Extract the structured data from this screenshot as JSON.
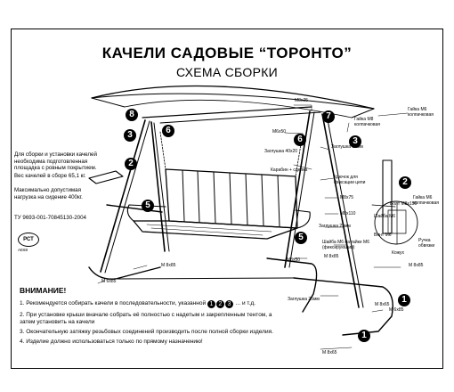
{
  "title": "КАЧЕЛИ САДОВЫЕ “ТОРОНТО”",
  "subtitle": "СХЕМА СБОРКИ",
  "intro": {
    "setup": "Для сборки и установки качелей необходима подготовленная площадка с ровным покрытием.",
    "weight": "Вес качелей в сборе 65,1 кг.",
    "load": "Максимально допустимая нагрузка на сидение 400кг.",
    "spec": "ТУ 9693-001-70845130-2004"
  },
  "logo": {
    "mark": "РСТ",
    "caption": "АЕ68"
  },
  "warning": {
    "heading": "ВНИМАНИЕ!",
    "items": [
      "1. Рекомендуется собирать качели в последовательности, указанной",
      "... и т.д.",
      "2. При установке крыши вначале собрать её полностью с надетым и закрепленным тентом, а затем установить на качели",
      "3. Окончательную затяжку резьбовых соединений производить после полной сборки изделия.",
      "4. Изделие должно использоваться только по прямому назначению!"
    ],
    "sequence": [
      "1",
      "2",
      "3"
    ]
  },
  "steps": [
    "8",
    "3",
    "6",
    "2",
    "5",
    "7",
    "6",
    "3",
    "2",
    "5",
    "1",
    "1"
  ],
  "callouts": {
    "m8x25": "М8х25",
    "nut_m8": "Гайка М8 колпачковая",
    "nut_m6": "Гайка М6 колпачковая",
    "m6x50": "М6х50",
    "bracket": "Заглушка 40х20",
    "cap_61": "Заглушка 61мм",
    "carabiner": "Карабин + сцепка",
    "hook": "Крючок для фиксации цепи",
    "m8x75": "М8х75",
    "m8x110": "М8х110",
    "plug_25": "Заглушка 25мм",
    "washer": "Шайба М6 на гайке М6 (фиксирующий)",
    "m8x50": "М8х50",
    "plug_25b": "Заглушка 25мм",
    "m8x85_left": "М 8х85",
    "m6x85_left": "М 6х85",
    "m8x85_mid": "М 8х85",
    "m8x85_right": "М 8х85",
    "m6x85_right": "М 6х85",
    "m8x65": "М 8х65",
    "m8x65b": "М 8х65",
    "detail_a": "Болт М8х150",
    "detail_b": "Гайка М6 колпачковая",
    "detail_c": "Шайба М6",
    "detail_d": "Винт М6",
    "detail_e": "Ручка обвязки",
    "detail_f": "Кожух"
  }
}
